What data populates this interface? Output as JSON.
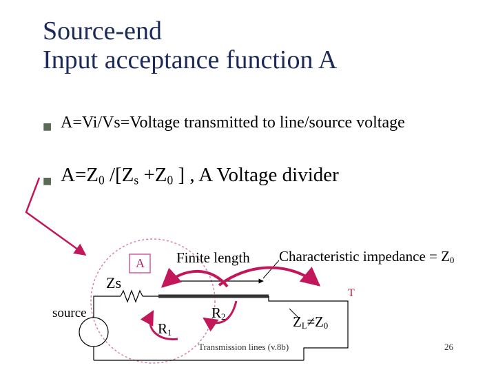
{
  "slide": {
    "title_line1": "Source-end",
    "title_line2": "Input acceptance function A",
    "bullet1": "A=Vi/Vs=Voltage transmitted to line/source voltage",
    "bullet2": {
      "p1": "A=Z",
      "s1": "0",
      "p2": " /[Z",
      "s2": "s",
      "p3": " +Z",
      "s3": "0",
      "p4": " ] , A Voltage divider"
    }
  },
  "diagram": {
    "label_a": "A",
    "label_finite_length": "Finite length",
    "label_char_impedance": "Characteristic impedance = Z",
    "label_char_impedance_sub": "0",
    "label_zs": "Zs",
    "label_t": "T",
    "label_source": "source",
    "label_r1": "R",
    "label_r1_sub": "1",
    "label_r2": "R",
    "label_r2_sub": "2",
    "label_zl": "Z",
    "label_zl_sub": "L",
    "label_zl_neq": "≠Z",
    "label_zl_sub0": "0"
  },
  "footer": {
    "text": "Transmission lines (v.8b)",
    "page": "26"
  },
  "colors": {
    "title": "#1c2a5a",
    "accent_magenta": "#c2185b",
    "dashed_circle": "#d87fb0",
    "label_a_box": "#d35a9a",
    "label_t": "#c0143c"
  }
}
